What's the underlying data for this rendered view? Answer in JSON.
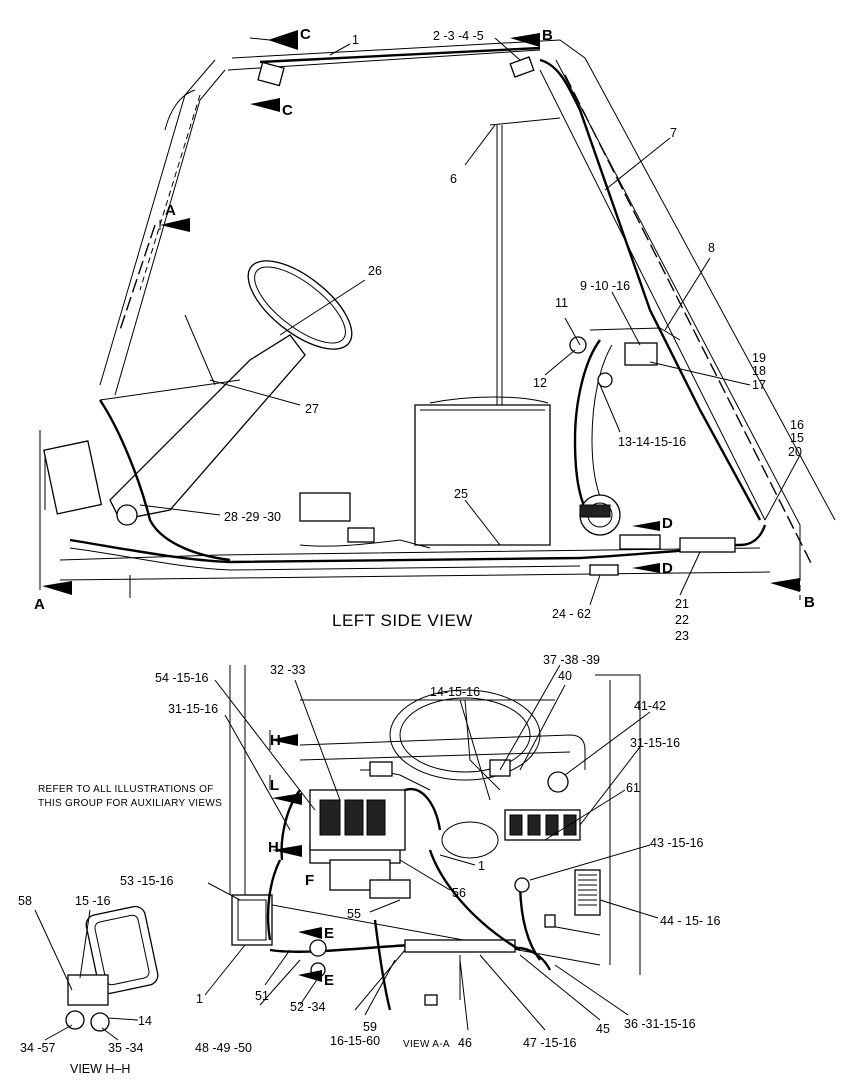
{
  "titles": {
    "left_side_view": "LEFT SIDE VIEW",
    "view_hh": "VIEW  H–H",
    "view_aa": "VIEW A-A",
    "refer_line1": "REFER TO ALL ILLUSTRATIONS OF",
    "refer_line2": "THIS GROUP FOR AUXILIARY VIEWS"
  },
  "section_markers": {
    "c_top": "C",
    "c_bottom": "C",
    "b_top": "B",
    "b_bottom": "B",
    "a_upper": "A",
    "a_lower": "A",
    "d_upper": "D",
    "d_lower": "D",
    "h_upper": "H",
    "h_lower": "H",
    "e_upper": "E",
    "e_lower": "E",
    "l_marker": "L",
    "f_marker": "F"
  },
  "callouts": {
    "c1": "1",
    "c2345": "2 -3 -4 -5",
    "c6": "6",
    "c7": "7",
    "c8": "8",
    "c91016": "9 -10 -16",
    "c11": "11",
    "c12": "12",
    "c19": "19",
    "c18": "18",
    "c17": "17",
    "c16": "16",
    "c15": "15",
    "c20": "20",
    "c13141516": "13-14-15-16",
    "c26": "26",
    "c27": "27",
    "c282930": "28 -29 -30",
    "c25": "25",
    "c2462": "24 - 62",
    "c21": "21",
    "c22": "22",
    "c23": "23",
    "c541516": "54 -15-16",
    "c3233": "32 -33",
    "c373839": "37 -38 -39",
    "c40": "40",
    "c141516": "14-15-16",
    "c311516a": "31-15-16",
    "c4142": "41-42",
    "c311516b": "31-15-16",
    "c61": "61",
    "c431516": "43 -15-16",
    "c1b": "1",
    "c56": "56",
    "c55": "55",
    "c531516": "53 -15-16",
    "c441516": "44 - 15- 16",
    "c58": "58",
    "c1516": "15 -16",
    "c14": "14",
    "c3457": "34 -57",
    "c3534": "35 -34",
    "c1c": "1",
    "c51": "51",
    "c484950": "48 -49 -50",
    "c5234": "52 -34",
    "c161560": "16-15-60",
    "c59": "59",
    "c46": "46",
    "c471516": "47 -15-16",
    "c45": "45",
    "c36311516": "36 -31-15-16"
  }
}
